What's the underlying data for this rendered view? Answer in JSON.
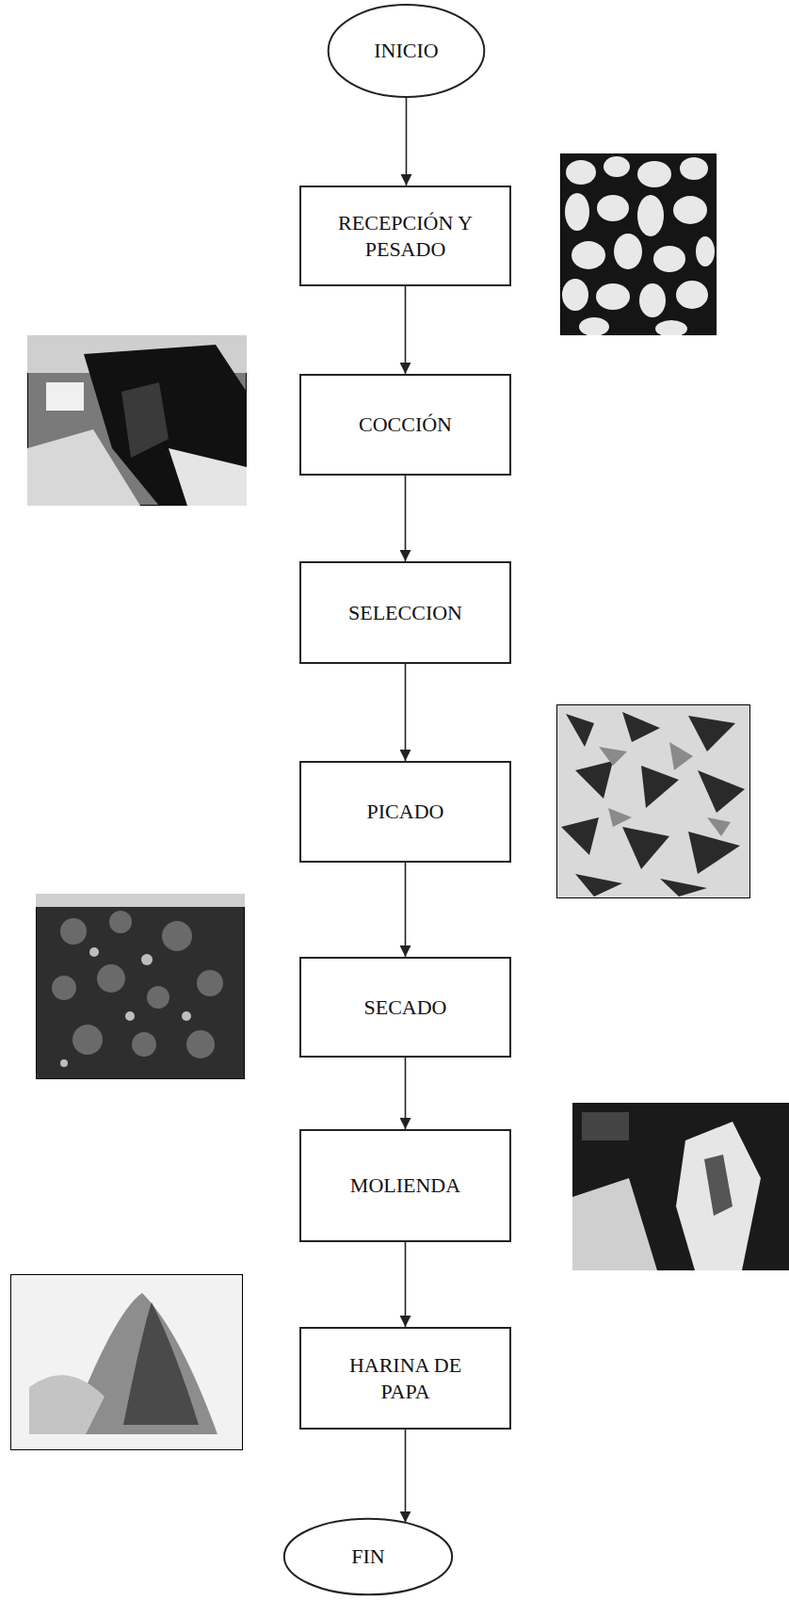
{
  "diagram": {
    "nodes": [
      {
        "text": [
          "INICIO"
        ]
      },
      {
        "text": [
          "RECEPCIÓN Y PESADO"
        ]
      },
      {
        "text": [
          "COCCIÓN"
        ]
      },
      {
        "text": [
          "SELECCION"
        ]
      },
      {
        "text": [
          "PICADO"
        ]
      },
      {
        "text": [
          "SECADO"
        ]
      },
      {
        "text": [
          "MOLIENDA"
        ]
      },
      {
        "text": [
          "HARINA DE PAPA"
        ]
      },
      {
        "text": [
          "FIN"
        ]
      }
    ],
    "edges": [
      {
        "from": 0,
        "to": 1,
        "arrow": "to"
      },
      {
        "from": 1,
        "to": 2,
        "arrow": "to"
      },
      {
        "from": 2,
        "to": 3,
        "arrow": "to"
      },
      {
        "from": 3,
        "to": 4,
        "arrow": "to"
      },
      {
        "from": 4,
        "to": 5,
        "arrow": "to"
      },
      {
        "from": 5,
        "to": 6,
        "arrow": "to"
      },
      {
        "from": 6,
        "to": 7,
        "arrow": "to"
      },
      {
        "from": 7,
        "to": 8,
        "arrow": "to"
      }
    ]
  }
}
